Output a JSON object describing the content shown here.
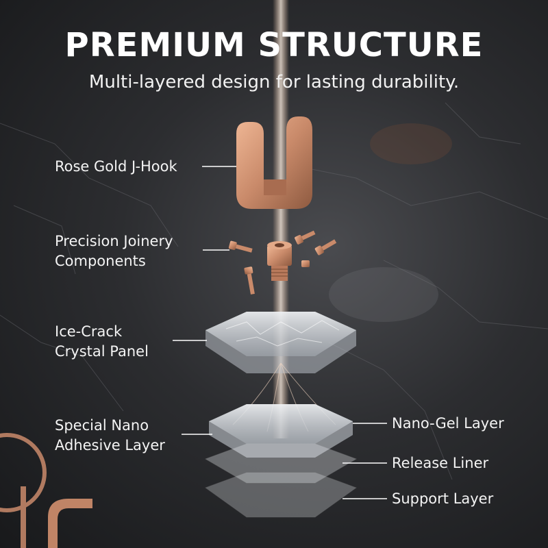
{
  "header": {
    "title": "PREMIUM STRUCTURE",
    "subtitle": "Multi-layered design for lasting durability."
  },
  "labels": {
    "hook": "Rose Gold J-Hook",
    "joinery_1": "Precision Joinery",
    "joinery_2": "Components",
    "crystal_1": "Ice-Crack",
    "crystal_2": "Crystal Panel",
    "adhesive_1": "Special Nano",
    "adhesive_2": "Adhesive Layer",
    "gel": "Nano-Gel Layer",
    "liner": "Release Liner",
    "support": "Support Layer"
  },
  "colors": {
    "rose_gold": "#c98a6a",
    "rose_gold_dark": "#8e5a40",
    "crystal": "#d9dde2",
    "text": "#ffffff"
  },
  "icons": [
    "j-hook-icon",
    "screw-icon",
    "connector-icon",
    "crystal-panel-icon",
    "adhesive-layer-icon"
  ]
}
